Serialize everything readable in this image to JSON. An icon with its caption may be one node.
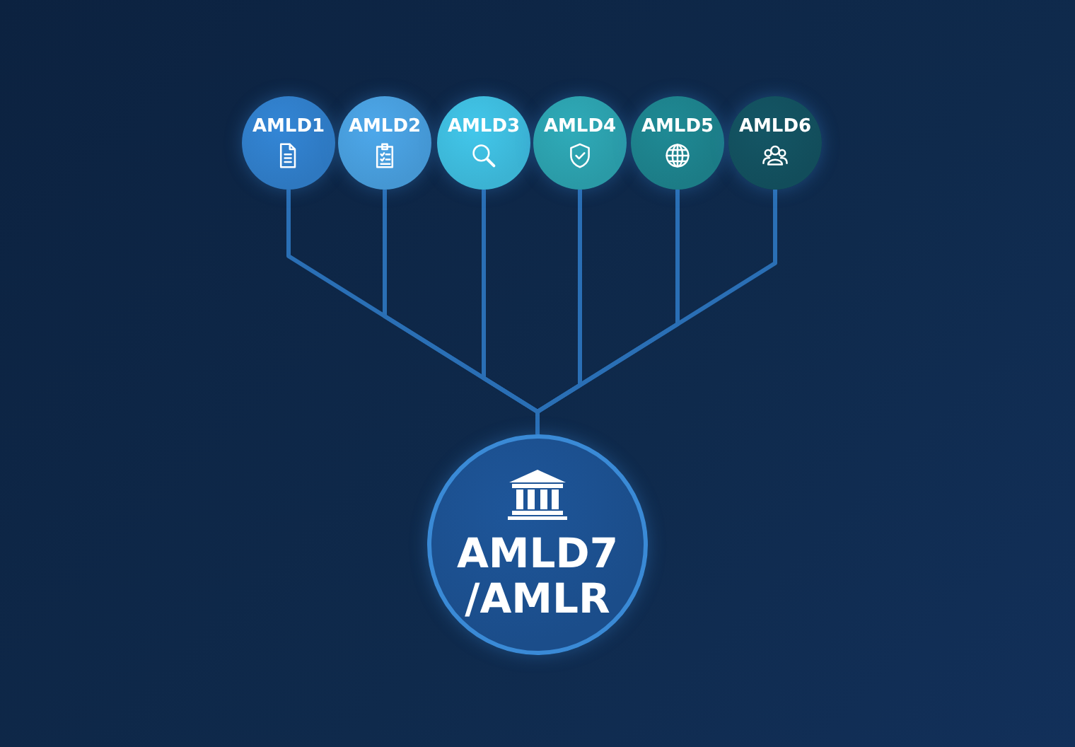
{
  "diagram": {
    "nodes": [
      {
        "text": [
          "AMLD1"
        ]
      },
      {
        "text": [
          "AMLD2"
        ]
      },
      {
        "text": [
          "AMLD3"
        ]
      },
      {
        "text": [
          "AMLD4"
        ]
      },
      {
        "text": [
          "AMLD5"
        ]
      },
      {
        "text": [
          "AMLD6"
        ]
      },
      {
        "text": [
          "AMLD7 /AMLR"
        ]
      }
    ],
    "edges": [
      {
        "from": 0,
        "to": 6,
        "arrow": "none"
      },
      {
        "from": 1,
        "to": 6,
        "arrow": "none"
      },
      {
        "from": 2,
        "to": 6,
        "arrow": "none"
      },
      {
        "from": 3,
        "to": 6,
        "arrow": "none"
      },
      {
        "from": 4,
        "to": 6,
        "arrow": "none"
      },
      {
        "from": 5,
        "to": 6,
        "arrow": "none"
      }
    ]
  }
}
